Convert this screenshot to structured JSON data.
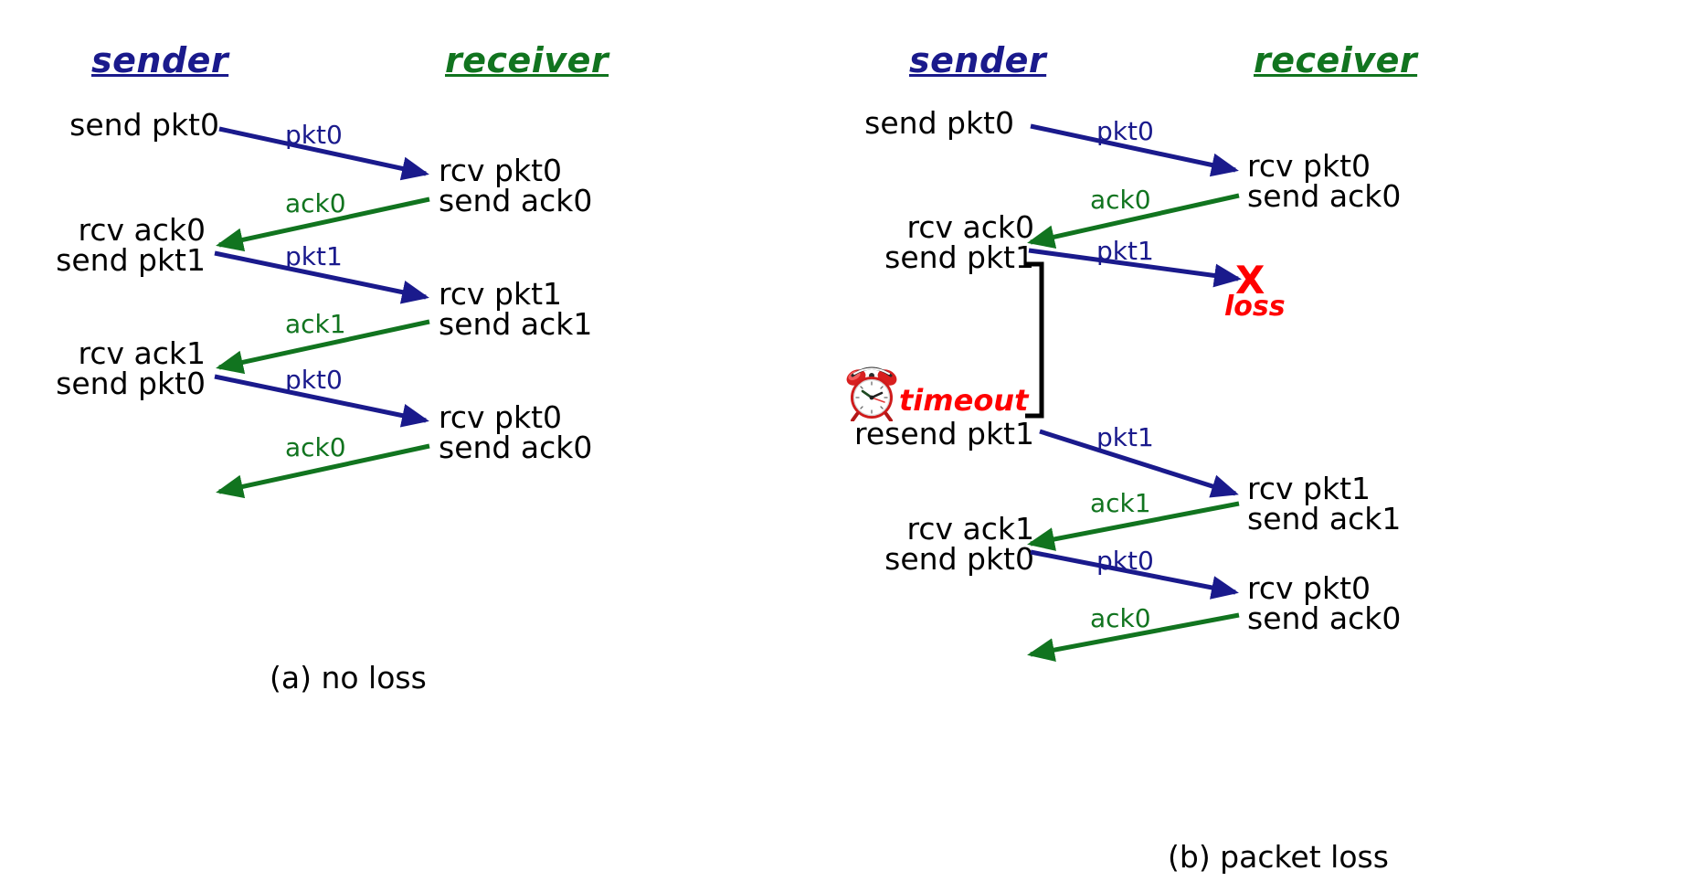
{
  "figure": {
    "title": "rdt3.0 sender-receiver operation",
    "colors": {
      "sender_blue": "#1a1a8c",
      "receiver_green": "#11741f",
      "loss_red": "#ff0000",
      "text_black": "#000000",
      "background": "#ffffff"
    }
  },
  "panel_a": {
    "caption": "(a) no loss",
    "sender_title": "sender",
    "receiver_title": "receiver",
    "sender_events": [
      {
        "line1": "send pkt0",
        "line2": ""
      },
      {
        "line1": "rcv ack0",
        "line2": "send pkt1"
      },
      {
        "line1": "rcv ack1",
        "line2": "send pkt0"
      }
    ],
    "receiver_events": [
      {
        "line1": "rcv pkt0",
        "line2": "send ack0"
      },
      {
        "line1": "rcv pkt1",
        "line2": "send ack1"
      },
      {
        "line1": "rcv pkt0",
        "line2": "send ack0"
      }
    ],
    "messages": [
      {
        "label": "pkt0",
        "direction": "to-receiver",
        "kind": "pkt"
      },
      {
        "label": "ack0",
        "direction": "to-sender",
        "kind": "ack"
      },
      {
        "label": "pkt1",
        "direction": "to-receiver",
        "kind": "pkt"
      },
      {
        "label": "ack1",
        "direction": "to-sender",
        "kind": "ack"
      },
      {
        "label": "pkt0",
        "direction": "to-receiver",
        "kind": "pkt"
      },
      {
        "label": "ack0",
        "direction": "to-sender",
        "kind": "ack"
      }
    ]
  },
  "panel_b": {
    "caption": "(b) packet loss",
    "sender_title": "sender",
    "receiver_title": "receiver",
    "sender_events": [
      {
        "line1": "send pkt0",
        "line2": ""
      },
      {
        "line1": "rcv ack0",
        "line2": "send pkt1"
      },
      {
        "line1": "resend pkt1",
        "line2": ""
      },
      {
        "line1": "rcv ack1",
        "line2": "send pkt0"
      }
    ],
    "receiver_events": [
      {
        "line1": "rcv pkt0",
        "line2": "send ack0"
      },
      {
        "line1": "rcv pkt1",
        "line2": "send ack1"
      },
      {
        "line1": "rcv pkt0",
        "line2": "send ack0"
      }
    ],
    "messages": [
      {
        "label": "pkt0",
        "direction": "to-receiver",
        "kind": "pkt"
      },
      {
        "label": "ack0",
        "direction": "to-sender",
        "kind": "ack"
      },
      {
        "label": "pkt1",
        "direction": "to-receiver",
        "kind": "pkt",
        "lost": true
      },
      {
        "label": "pkt1",
        "direction": "to-receiver",
        "kind": "pkt"
      },
      {
        "label": "ack1",
        "direction": "to-sender",
        "kind": "ack"
      },
      {
        "label": "pkt0",
        "direction": "to-receiver",
        "kind": "pkt"
      },
      {
        "label": "ack0",
        "direction": "to-sender",
        "kind": "ack"
      }
    ],
    "loss_marker": {
      "symbol": "X",
      "label": "loss"
    },
    "timeout_marker": {
      "label": "timeout",
      "icon": "alarm-clock-icon"
    }
  }
}
